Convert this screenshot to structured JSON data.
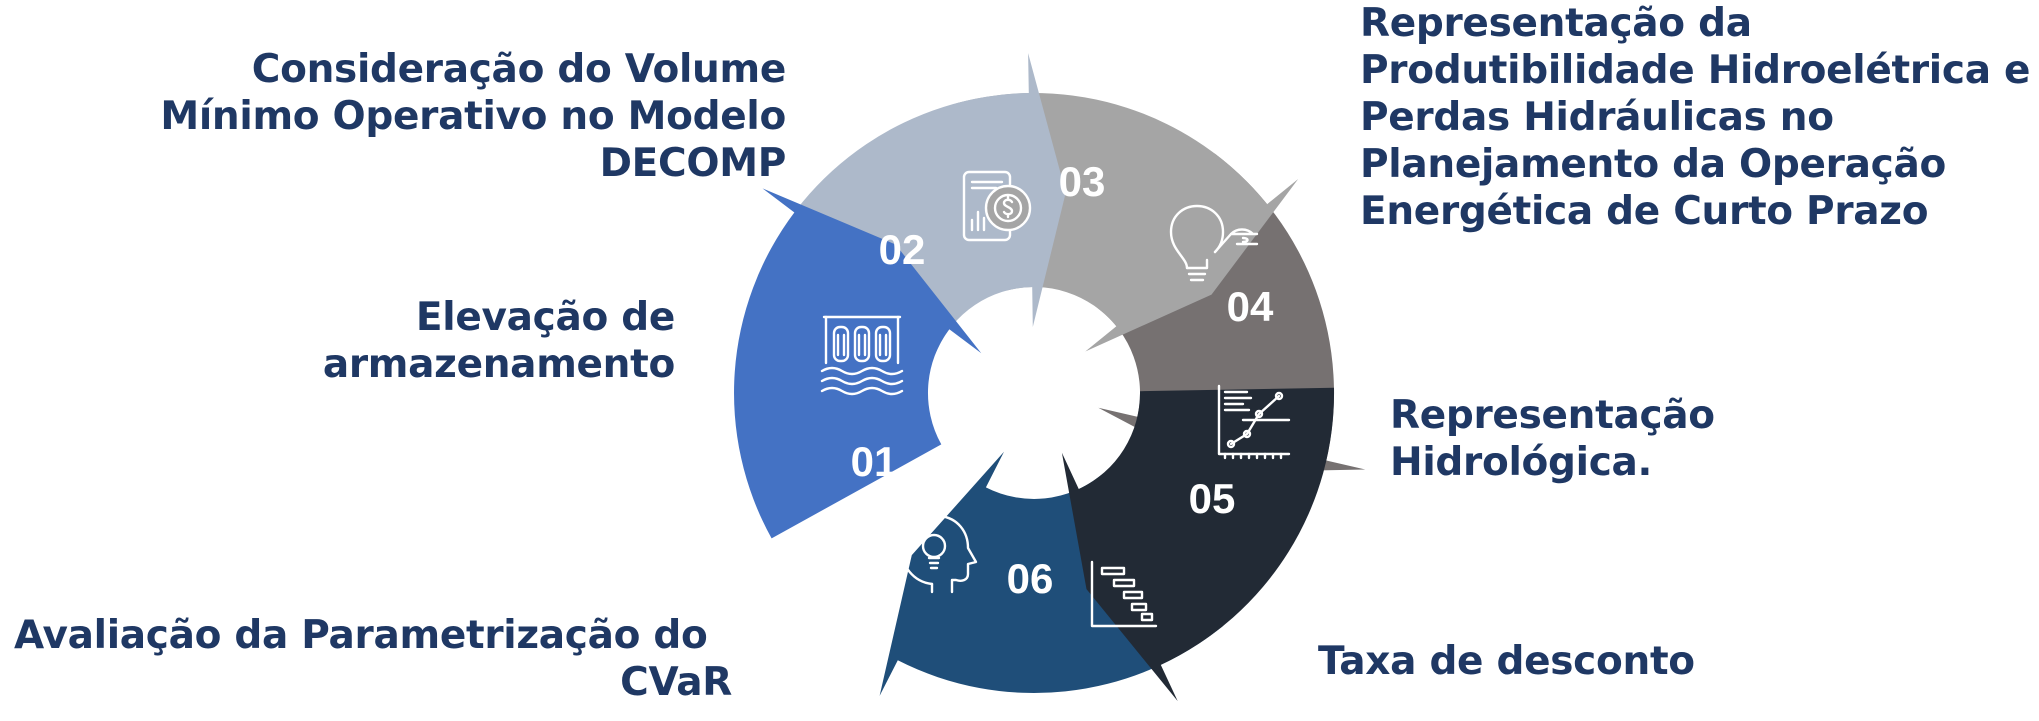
{
  "segments": [
    {
      "number": "01",
      "icon": "head-lightbulb-icon",
      "color": "#4472c4",
      "label": [
        "Avaliação da Parametrização do",
        "CVaR"
      ]
    },
    {
      "number": "02",
      "icon": "dam-icon",
      "color": "#adb9ca",
      "label": [
        "Elevação de",
        "armazenamento"
      ]
    },
    {
      "number": "03",
      "icon": "financial-report-icon",
      "color": "#a5a5a5",
      "label": [
        "Consideração do Volume",
        "Mínimo Operativo no Modelo",
        "DECOMP"
      ]
    },
    {
      "number": "04",
      "icon": "lightbulb-idea-icon",
      "color": "#767171",
      "label": [
        "Representação da",
        "Produtibilidade Hidroelétrica e",
        "Perdas Hidráulicas no",
        "Planejamento da Operação",
        "Energética de Curto Prazo"
      ]
    },
    {
      "number": "05",
      "icon": "line-chart-icon",
      "color": "#222a35",
      "label": [
        "Representação",
        "Hidrológica."
      ]
    },
    {
      "number": "06",
      "icon": "gantt-chart-icon",
      "color": "#1f4e79",
      "label": [
        "Taxa de desconto"
      ]
    }
  ]
}
